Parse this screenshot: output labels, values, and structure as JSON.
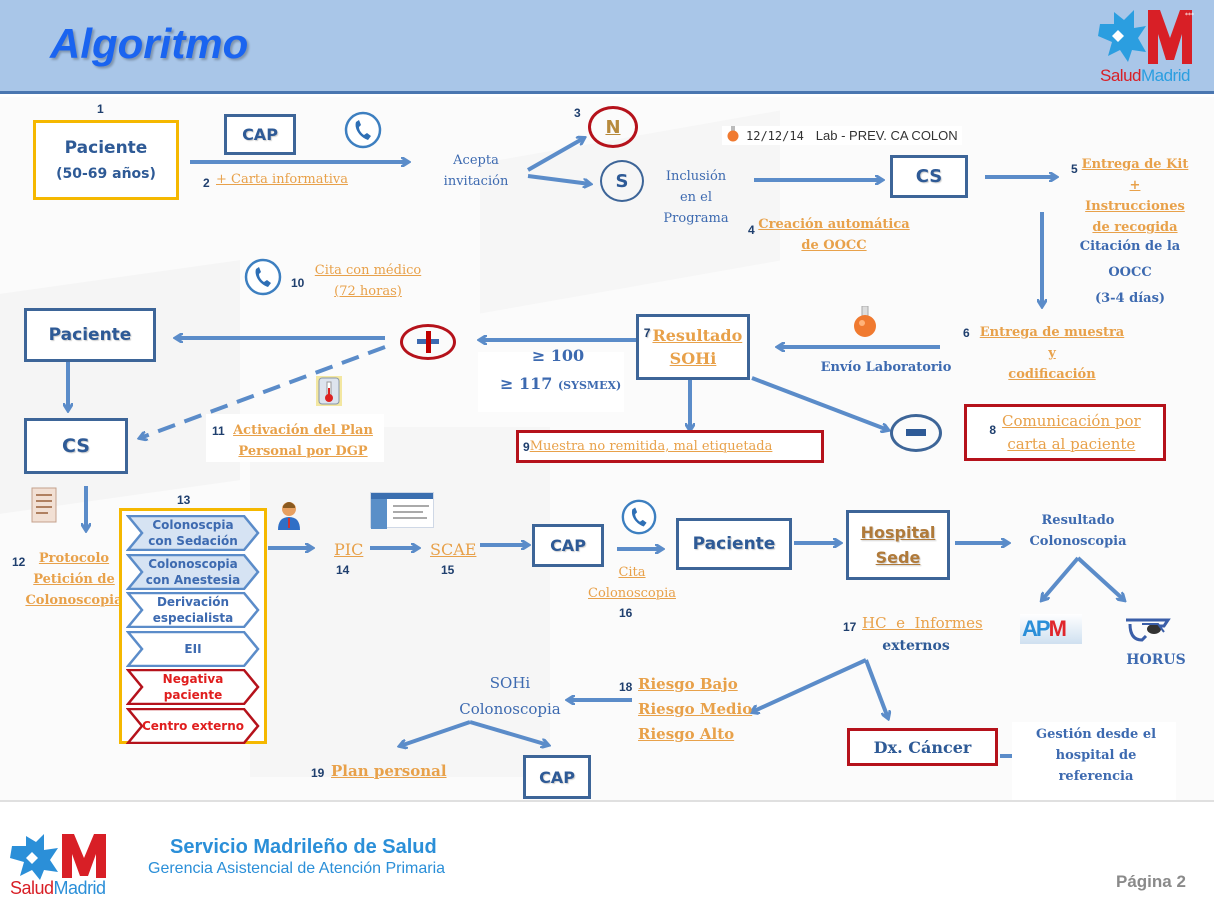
{
  "header": {
    "title": "Algoritmo",
    "logo_text_salud": "Salud",
    "logo_text_madrid": "Madrid"
  },
  "colors": {
    "header_bg": "#a9c6e8",
    "title": "#1a64f0",
    "box_blue": "#3d6598",
    "box_red": "#b5121b",
    "box_gold": "#f5b800",
    "link_orange": "#e8a14a",
    "arrow_blue": "#5b8cc9"
  },
  "nodes": {
    "n1_num": "1",
    "paciente_start_title": "Paciente",
    "paciente_start_sub": "(50-69 años)",
    "cap_top": "CAP",
    "n2_num": "2",
    "carta_informativa": "+ Carta informativa",
    "acepta_line1": "Acepta",
    "acepta_line2": "invitación",
    "n3_num": "3",
    "circle_n": "N",
    "circle_s": "S",
    "inclusion_line1": "Inclusión",
    "inclusion_line2": "en el",
    "inclusion_line3": "Programa",
    "lab_date": "12/12/14",
    "lab_text": "Lab - PREV. CA COLON",
    "cs_top": "CS",
    "n4_num": "4",
    "creacion_line1": "Creación automática",
    "creacion_line2": "de OOCC",
    "n5_num": "5",
    "entrega_kit_line1": "Entrega de Kit",
    "entrega_kit_line2": "+ Instrucciones",
    "entrega_kit_line3": "de recogida",
    "citacion_line1": "Citación de la OOCC",
    "citacion_line2": "(3-4 días)",
    "n6_num": "6",
    "entrega_muestra_line1": "Entrega de muestra y",
    "entrega_muestra_line2": "codificación",
    "envio_lab": "Envío Laboratorio",
    "n7_num": "7",
    "resultado_line1": "Resultado",
    "resultado_line2": "SOHi",
    "threshold_1": "≥ 100",
    "threshold_2": "≥ 117",
    "threshold_2_note": "(SYSMEX)",
    "n8_num": "8",
    "comunicacion_line1": "Comunicación por",
    "comunicacion_line2": "carta al paciente",
    "n9_num": "9",
    "muestra_no_remitida": "Muestra no remitida, mal etiquetada",
    "n10_num": "10",
    "cita_medico_line1": "Cita con médico",
    "cita_medico_line2": "(72 horas)",
    "paciente_mid": "Paciente",
    "cs_mid": "CS",
    "n11_num": "11",
    "activacion_line1": "Activación del Plan",
    "activacion_line2": "Personal por DGP",
    "n12_num": "12",
    "protocolo_line1": "Protocolo",
    "protocolo_line2": "Petición de",
    "protocolo_line3": "Colonoscopia",
    "n13_num": "13",
    "pic": "PIC",
    "n14_num": "14",
    "scae": "SCAE",
    "n15_num": "15",
    "cap_mid": "CAP",
    "cita_colono_line1": "Cita",
    "cita_colono_line2": "Colonoscopia",
    "n16_num": "16",
    "paciente_bottom": "Paciente",
    "hospital_line1": "Hospital",
    "hospital_line2": "Sede",
    "resultado_colono_line1": "Resultado",
    "resultado_colono_line2": "Colonoscopia",
    "apm": "APM",
    "horus": "HORUS",
    "n17_num": "17",
    "hc_informes": "HC  e  Informes",
    "externos": "externos",
    "n18_num": "18",
    "riesgo_bajo": "Riesgo Bajo",
    "riesgo_medio": "Riesgo Medio",
    "riesgo_alto": "Riesgo Alto",
    "sohi_colono_line1": "SOHi",
    "sohi_colono_line2": "Colonoscopia",
    "n19_num": "19",
    "plan_personal": "Plan personal",
    "cap_bottom": "CAP",
    "dx_cancer": "Dx. Cáncer",
    "gestion_line1": "Gestión desde el",
    "gestion_line2": "hospital de",
    "gestion_line3": "referencia"
  },
  "options_list": [
    {
      "label_1": "Colonoscpia",
      "label_2": "con Sedación",
      "style": "blue-filled"
    },
    {
      "label_1": "Colonoscopia",
      "label_2": "con Anestesia",
      "style": "blue-filled"
    },
    {
      "label_1": "Derivación",
      "label_2": "especialista",
      "style": "blue-outline"
    },
    {
      "label_1": "EII",
      "label_2": "",
      "style": "blue-outline"
    },
    {
      "label_1": "Negativa",
      "label_2": "paciente",
      "style": "red"
    },
    {
      "label_1": "Centro externo",
      "label_2": "",
      "style": "red"
    }
  ],
  "footer": {
    "org_name": "Servicio Madrileño de Salud",
    "org_sub": "Gerencia Asistencial de Atención Primaria",
    "logo_text_salud": "Salud",
    "logo_text_madrid": "Madrid",
    "page_label": "Página 2"
  }
}
